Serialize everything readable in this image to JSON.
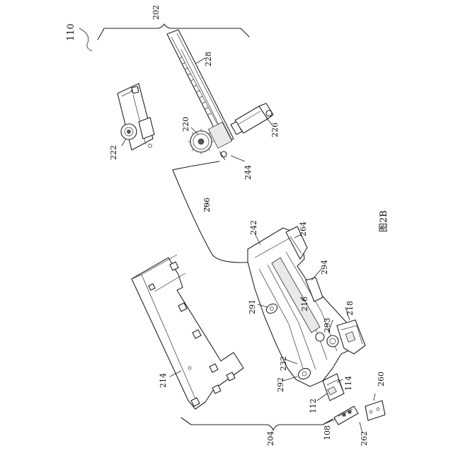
{
  "figure": {
    "caption": "图2B",
    "labels": {
      "l110": "110",
      "l202": "202",
      "l228": "228",
      "l220": "220",
      "l226": "226",
      "l222": "222",
      "l244": "244",
      "l206": "206",
      "l242": "242",
      "l264": "264",
      "l294": "294",
      "l291": "291",
      "l216": "216",
      "l218": "218",
      "l293": "293",
      "l214": "214",
      "l232": "232",
      "l292": "292",
      "l114": "114",
      "l112": "112",
      "l260": "260",
      "l108": "108",
      "l262": "262",
      "l204": "204"
    }
  }
}
